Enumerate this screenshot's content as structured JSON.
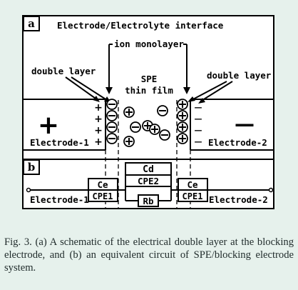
{
  "panel_a": {
    "label": "a",
    "title": "Electrode/Electrolyte interface",
    "ion_monolayer": "ion monolayer",
    "double_layer_left": "double layer",
    "double_layer_right": "double layer",
    "spe_line1": "SPE",
    "spe_line2": "thin film",
    "electrode_left": "Electrode-1",
    "electrode_right": "Electrode-2",
    "left_sign": "+",
    "right_sign": "—",
    "left_charges": [
      "+",
      "+",
      "+",
      "+"
    ],
    "right_charges": [
      "—",
      "—",
      "—",
      "—"
    ]
  },
  "panel_b": {
    "label": "b",
    "cd": "Cd",
    "cpe2": "CPE2",
    "rb": "Rb",
    "ce_left": "Ce",
    "cpe1_left": "CPE1",
    "ce_right": "Ce",
    "cpe1_right": "CPE1",
    "electrode_left": "Electrode-1",
    "electrode_right": "Electrode-2"
  },
  "caption": "Fig. 3. (a) A schematic of the electrical double layer at the blocking electrode, and (b) an equivalent circuit of SPE/blocking electrode system.",
  "colors": {
    "background": "#e6f1ec",
    "ink": "#000000"
  }
}
